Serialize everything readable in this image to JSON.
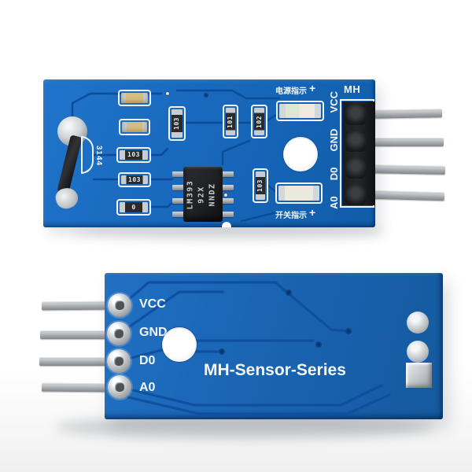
{
  "front_module": {
    "silkscreen": {
      "power_indicator_label": "电源指示",
      "power_indicator_plus": "+",
      "switch_indicator_label": "开关指示",
      "switch_indicator_plus": "+",
      "mh_label": "MH",
      "pin_labels": [
        "VCC",
        "GND",
        "D0",
        "A0"
      ],
      "sensor_marking": "3144"
    },
    "ic_marking": [
      "LM393",
      "92X",
      "NNDZ"
    ],
    "resistor_labels": {
      "r1": "103",
      "r2": "101",
      "r3": "102",
      "r4": "103",
      "r5": "103",
      "r6": "0",
      "r7": "103"
    }
  },
  "back_module": {
    "pin_labels": [
      "VCC",
      "GND",
      "D0",
      "A0"
    ],
    "series_label": "MH-Sensor-Series"
  },
  "colors": {
    "pcb_blue_front": "#1766ba",
    "pcb_blue_back": "#1a63b1",
    "trace_front": "#0c4a96",
    "trace_back": "#0f4f9f",
    "silkscreen": "#f2f6fb",
    "pin_gray": "#a9adb0",
    "header_black": "#17181b",
    "solder_silver": "#cfd3d6",
    "smd_tan": "#d6bd84",
    "led_body": "#ece9dc",
    "ic_black": "#222326"
  }
}
